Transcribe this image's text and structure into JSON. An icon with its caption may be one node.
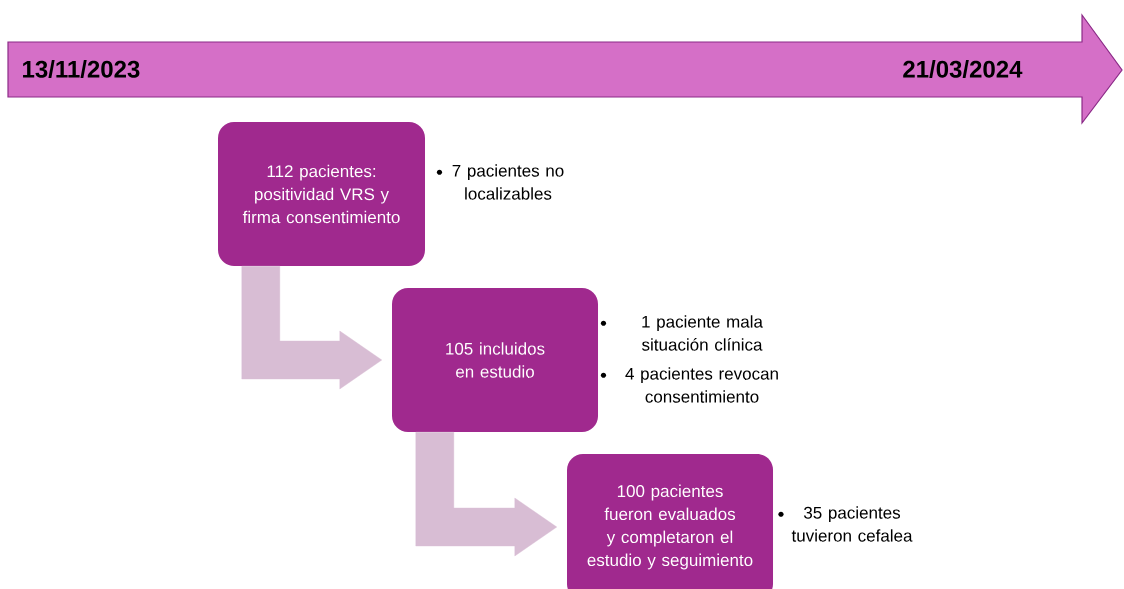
{
  "diagram": {
    "nodes": [
      {
        "text": [
          "112 pacientes: positividad VRS y firma consentimiento"
        ],
        "beside": [
          "7 pacientes no localizables"
        ]
      },
      {
        "text": [
          "105 incluidos en estudio"
        ],
        "beside": [
          "1 paciente mala situación clínica",
          "4 pacientes revocan consentimiento"
        ]
      },
      {
        "text": [
          "100 pacientes fueron evaluados y completaron el estudio y seguimiento"
        ],
        "beside": [
          "35 pacientes tuvieron cefalea"
        ]
      }
    ],
    "edges": [
      {
        "from": 0,
        "to": 1,
        "arrow": "to"
      },
      {
        "from": 1,
        "to": 2,
        "arrow": "to"
      }
    ],
    "labels": [
      "13/11/2023",
      "21/03/2024"
    ]
  }
}
